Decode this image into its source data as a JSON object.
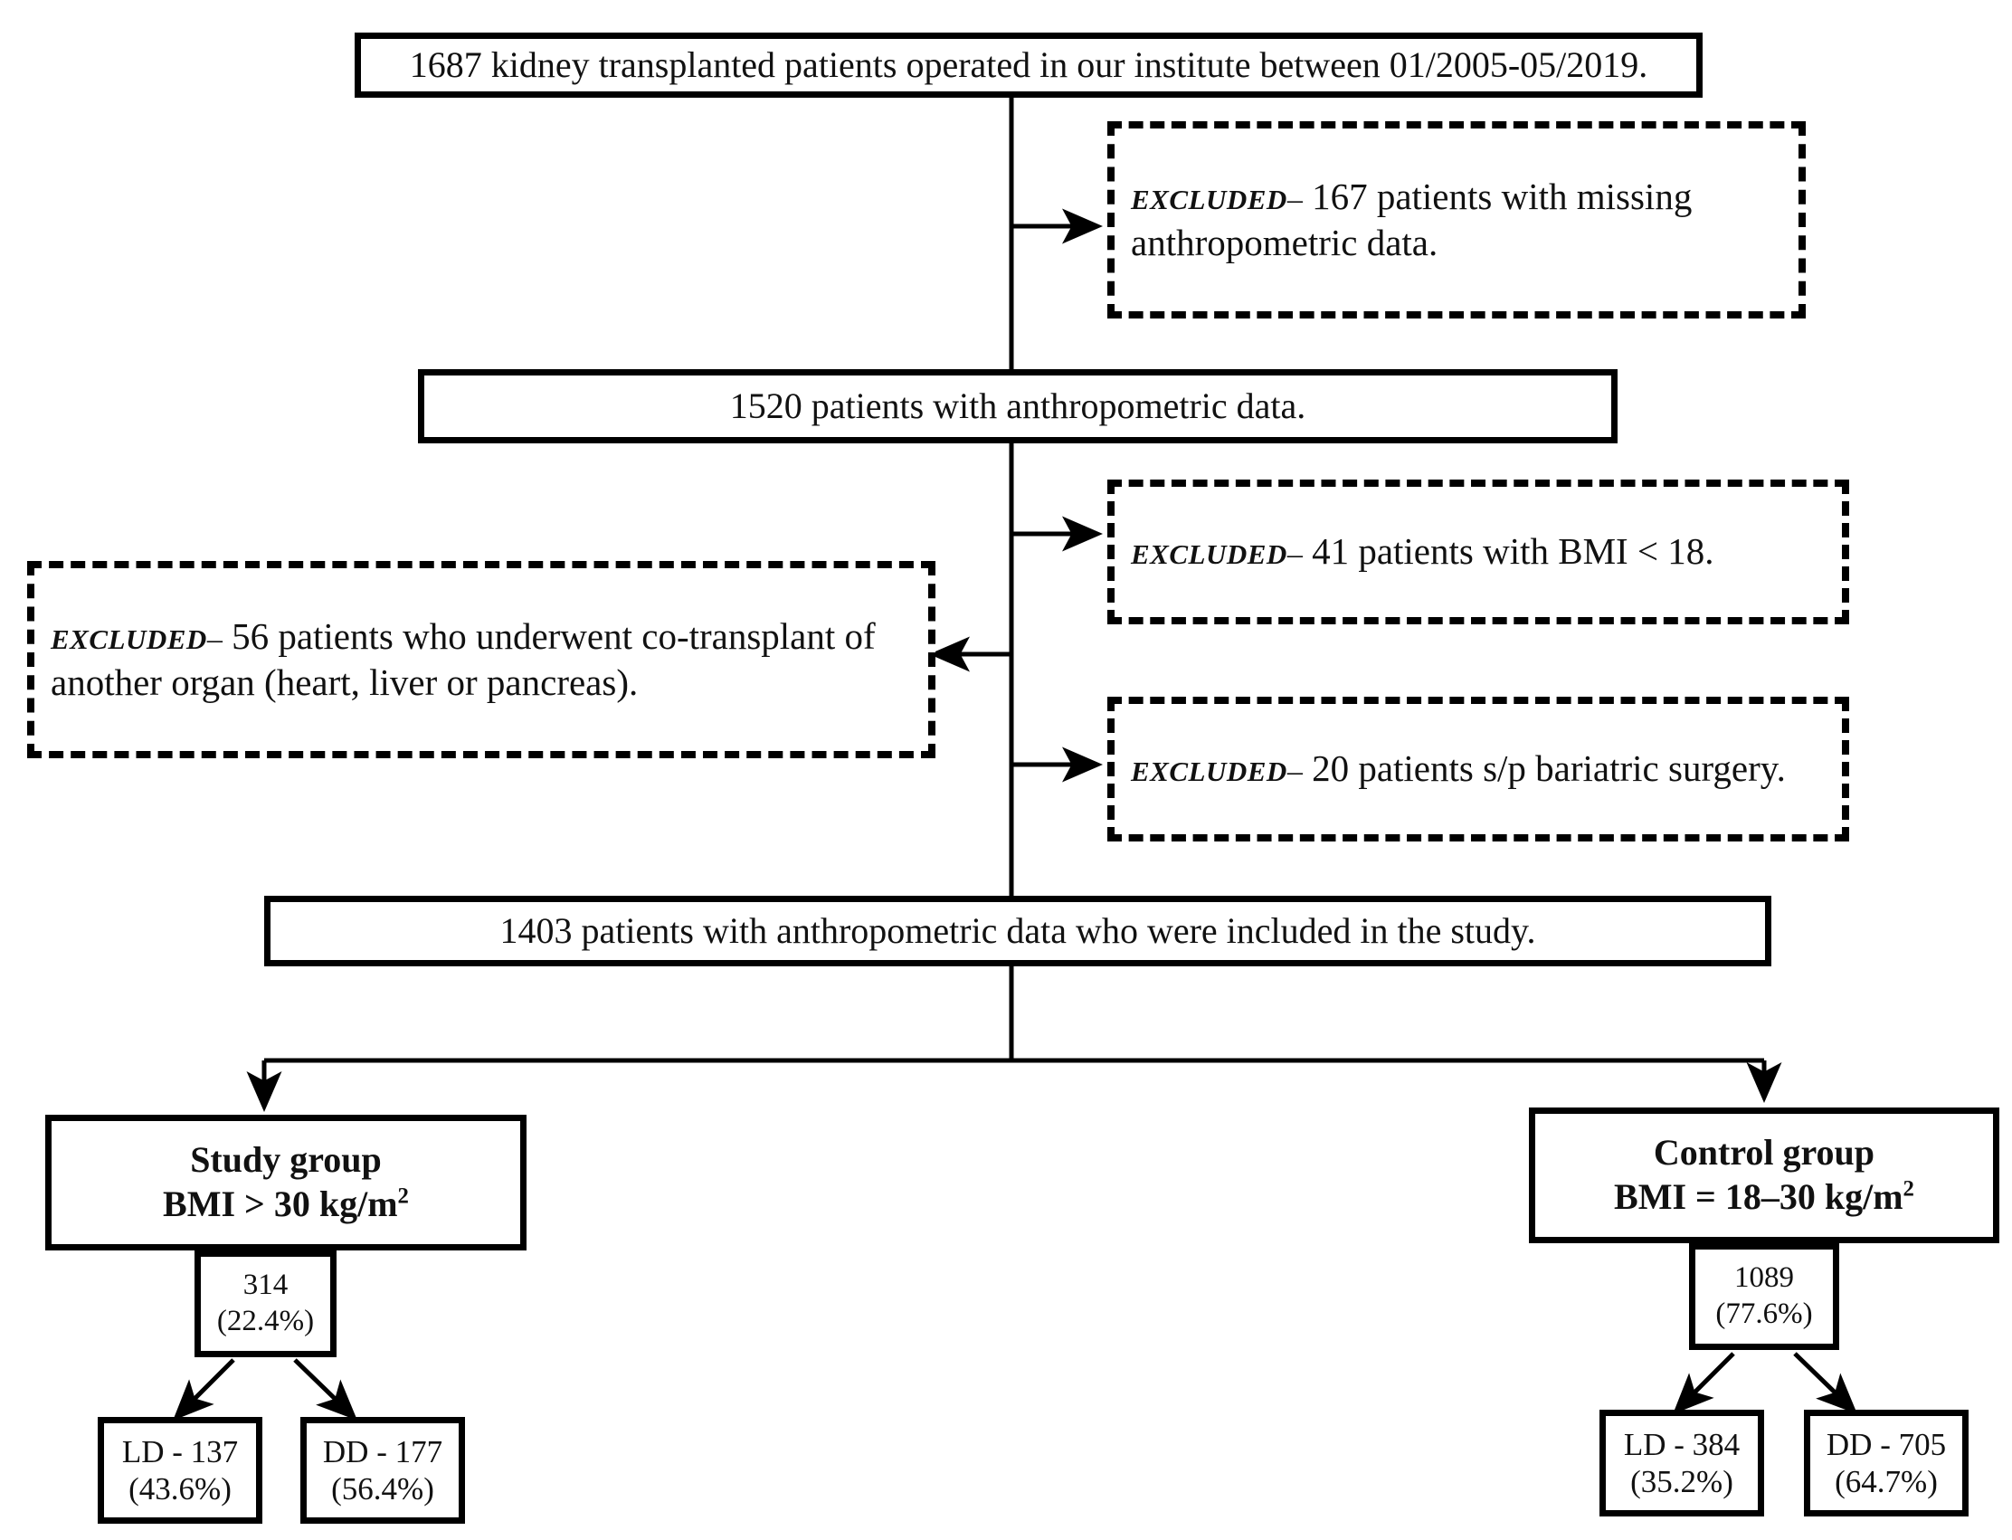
{
  "diagram": {
    "title": "Patient selection flowchart",
    "type": "flowchart",
    "stroke_color": "#000000",
    "background_color": "#ffffff",
    "nodes": {
      "cohort_initial": {
        "text": "1687 kidney transplanted patients operated in our institute between 01/2005-05/2019.",
        "style": "solid"
      },
      "excluded_missing_data": {
        "tag": "EXCLUDED",
        "separator": "–",
        "text": "167 patients with missing anthropometric data.",
        "style": "dashed"
      },
      "cohort_with_data": {
        "text": "1520 patients with anthropometric data.",
        "style": "solid"
      },
      "excluded_low_bmi": {
        "tag": "EXCLUDED",
        "separator": "–",
        "text": "41 patients with BMI < 18.",
        "style": "dashed"
      },
      "excluded_cotransplant": {
        "tag": "EXCLUDED",
        "separator": "–",
        "text": "56 patients who underwent co-transplant of another organ (heart, liver or pancreas).",
        "style": "dashed"
      },
      "excluded_bariatric": {
        "tag": "EXCLUDED",
        "separator": "–",
        "text": "20 patients s/p bariatric surgery.",
        "style": "dashed"
      },
      "cohort_included": {
        "text": "1403 patients with anthropometric data who were included in the study.",
        "style": "solid"
      },
      "study_group": {
        "line1": "Study group",
        "line2_prefix": "BMI > 30 kg/m",
        "line2_sup": "2",
        "style": "solid"
      },
      "study_group_count": {
        "line1": "314",
        "line2": "(22.4%)",
        "style": "solid"
      },
      "control_group": {
        "line1": "Control group",
        "line2_prefix": "BMI = 18–30 kg/m",
        "line2_sup": "2",
        "style": "solid"
      },
      "control_group_count": {
        "line1": "1089",
        "line2": "(77.6%)",
        "style": "solid"
      },
      "study_ld": {
        "line1": "LD - 137",
        "line2": "(43.6%)",
        "style": "solid"
      },
      "study_dd": {
        "line1": "DD - 177",
        "line2": "(56.4%)",
        "style": "solid"
      },
      "control_ld": {
        "line1": "LD - 384",
        "line2": "(35.2%)",
        "style": "solid"
      },
      "control_dd": {
        "line1": "DD - 705",
        "line2": "(64.7%)",
        "style": "solid"
      }
    },
    "flow_values": {
      "initial_total": 1687,
      "excluded_missing_anthropometric": 167,
      "after_missing_excluded": 1520,
      "excluded_bmi_under_18": 41,
      "excluded_cotransplant": 56,
      "excluded_bariatric_surgery": 20,
      "included_total": 1403,
      "study_group_n": 314,
      "study_group_pct": "22.4%",
      "control_group_n": 1089,
      "control_group_pct": "77.6%",
      "study_ld_n": 137,
      "study_ld_pct": "43.6%",
      "study_dd_n": 177,
      "study_dd_pct": "56.4%",
      "control_ld_n": 384,
      "control_ld_pct": "35.2%",
      "control_dd_n": 705,
      "control_dd_pct": "64.7%"
    }
  }
}
